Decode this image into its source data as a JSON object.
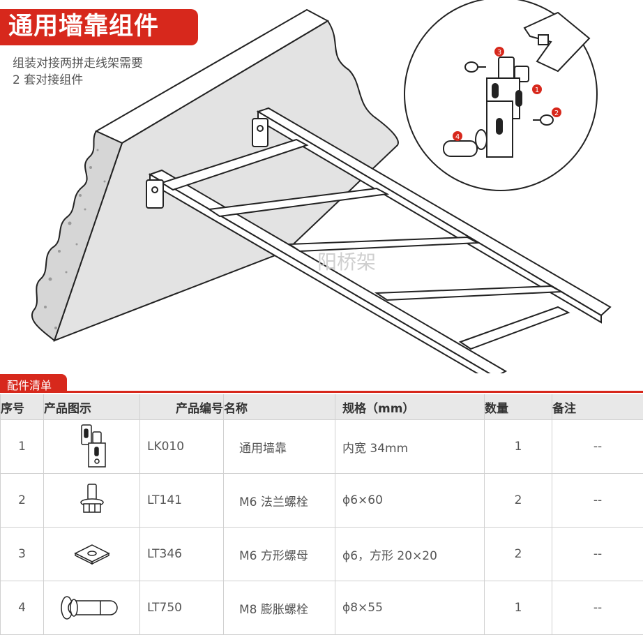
{
  "title": "通用墙靠组件",
  "subtitle_lines": [
    "组装对接两拼走线架需要",
    "2 套对接组件"
  ],
  "watermark": "阳桥架",
  "callouts": [
    "1",
    "2",
    "3",
    "4"
  ],
  "section_label": "配件清单",
  "table": {
    "headers": [
      "序号",
      "产品图示",
      "产品编号",
      "名称",
      "规格（mm）",
      "数量",
      "备注"
    ],
    "rows": [
      {
        "no": "1",
        "icon": "wall-bracket-icon",
        "code": "LK010",
        "name": "通用墙靠",
        "spec": "内宽 34mm",
        "qty": "1",
        "note": "--"
      },
      {
        "no": "2",
        "icon": "flange-bolt-icon",
        "code": "LT141",
        "name": "M6 法兰螺栓",
        "spec": "ϕ6×60",
        "qty": "2",
        "note": "--"
      },
      {
        "no": "3",
        "icon": "square-nut-icon",
        "code": "LT346",
        "name": "M6 方形螺母",
        "spec": "ϕ6，方形 20×20",
        "qty": "2",
        "note": "--"
      },
      {
        "no": "4",
        "icon": "expansion-bolt-icon",
        "code": "LT750",
        "name": "M8 膨胀螺栓",
        "spec": "ϕ8×55",
        "qty": "1",
        "note": "--"
      }
    ]
  },
  "colors": {
    "accent": "#d7281c",
    "header_bg": "#e8e8e8",
    "wall": "#e3e3e3"
  }
}
